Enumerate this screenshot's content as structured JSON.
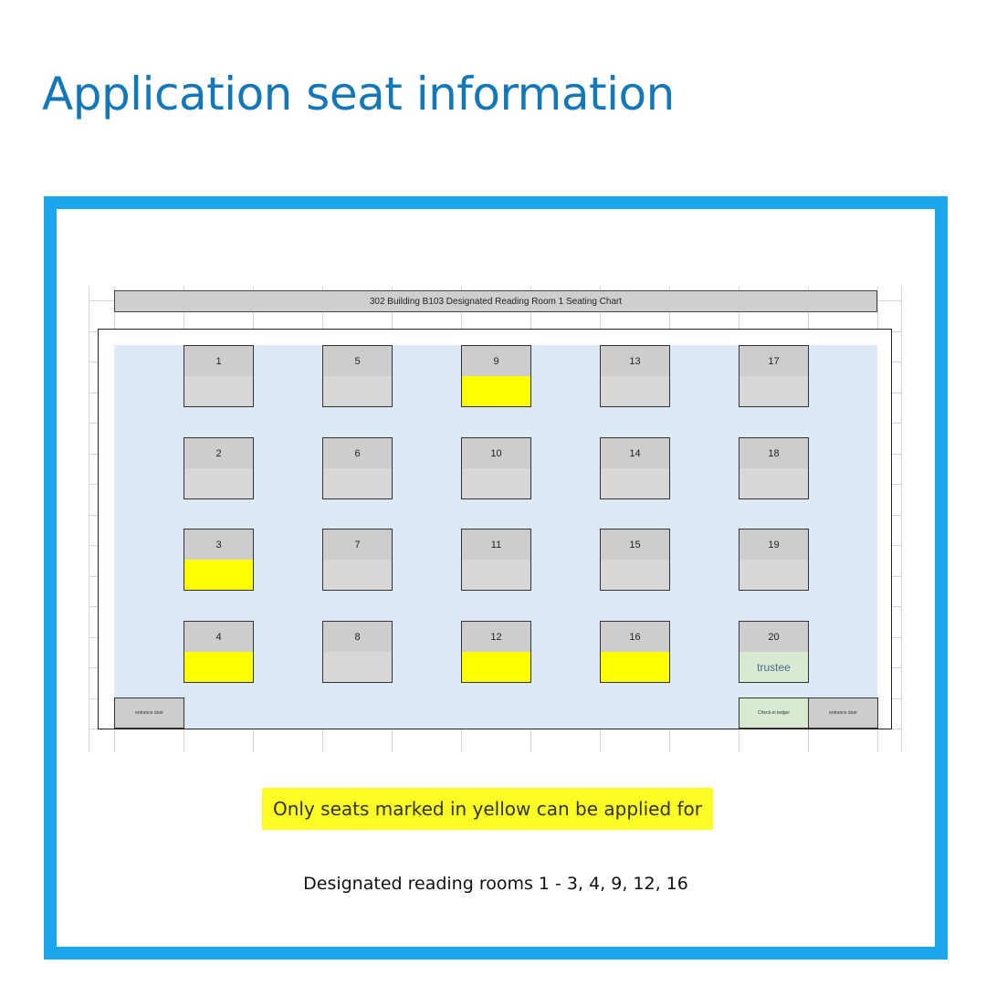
{
  "page": {
    "title": "Application seat information"
  },
  "seating_chart": {
    "title": "302 Building B103 Designated Reading Room 1 Seating Chart",
    "seats": [
      {
        "number": "1",
        "status": "normal",
        "label": ""
      },
      {
        "number": "2",
        "status": "normal",
        "label": ""
      },
      {
        "number": "3",
        "status": "available",
        "label": ""
      },
      {
        "number": "4",
        "status": "available",
        "label": ""
      },
      {
        "number": "5",
        "status": "normal",
        "label": ""
      },
      {
        "number": "6",
        "status": "normal",
        "label": ""
      },
      {
        "number": "7",
        "status": "normal",
        "label": ""
      },
      {
        "number": "8",
        "status": "normal",
        "label": ""
      },
      {
        "number": "9",
        "status": "available",
        "label": ""
      },
      {
        "number": "10",
        "status": "normal",
        "label": ""
      },
      {
        "number": "11",
        "status": "normal",
        "label": ""
      },
      {
        "number": "12",
        "status": "available",
        "label": ""
      },
      {
        "number": "13",
        "status": "normal",
        "label": ""
      },
      {
        "number": "14",
        "status": "normal",
        "label": ""
      },
      {
        "number": "15",
        "status": "normal",
        "label": ""
      },
      {
        "number": "16",
        "status": "available",
        "label": ""
      },
      {
        "number": "17",
        "status": "normal",
        "label": ""
      },
      {
        "number": "18",
        "status": "normal",
        "label": ""
      },
      {
        "number": "19",
        "status": "normal",
        "label": ""
      },
      {
        "number": "20",
        "status": "trustee",
        "label": "trustee"
      }
    ],
    "entrance_left": "entrance door",
    "check_in": "Check-in ledger",
    "entrance_right": "entrance door"
  },
  "notes": {
    "highlight": "Only seats marked in yellow can be applied for",
    "rooms": "Designated reading rooms 1 - 3, 4, 9, 12, 16"
  },
  "colors": {
    "title": "#1478b8",
    "frame": "#1aa7ee",
    "available": "#ffff00",
    "trustee": "#d9ead3",
    "floor": "#dde9f5"
  }
}
